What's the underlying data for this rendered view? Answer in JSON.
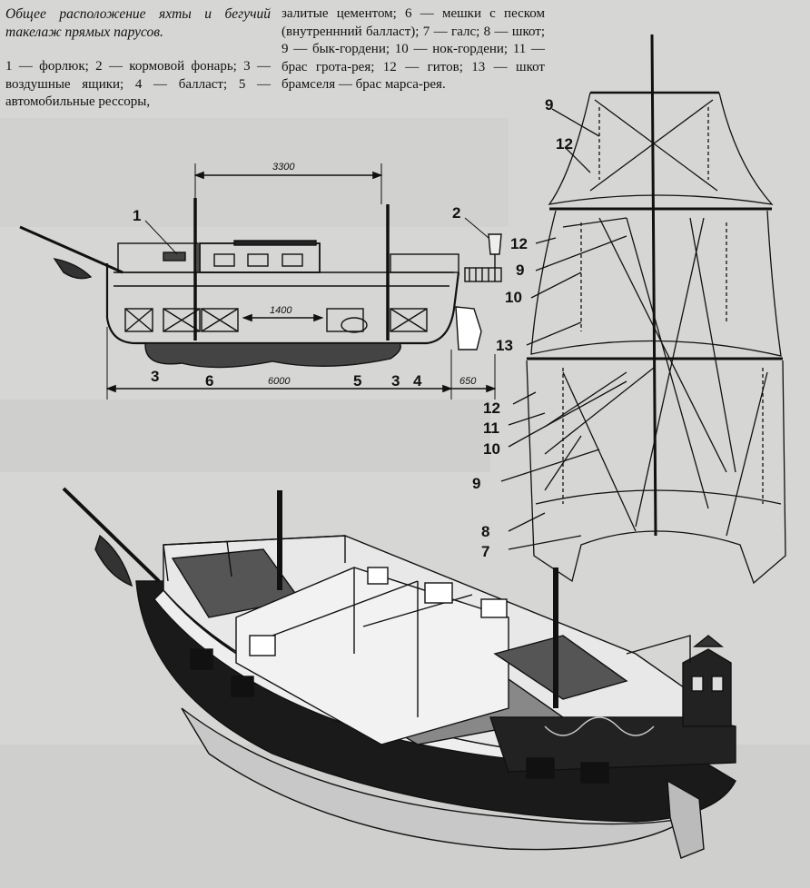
{
  "caption": {
    "title": "Общее расположение яхты и бегучий такелаж прямых парусов.",
    "legend_left": "1 — форлюк; 2 — кормовой фонарь; 3 — воздушные ящики; 4 — балласт; 5 — автомобильные рессоры,",
    "legend_right": "залитые цементом; 6 — мешки с песком (внутреннний балласт); 7 — галс; 8 — шкот; 9 — бык-гордени; 10 — нок-гордени; 11 — брас грота-рея; 12 — гитов; 13 — шкот брамселя — брас марса-рея."
  },
  "side_view": {
    "dimensions": {
      "deckhouse": "3300",
      "cabin": "1400",
      "length": "6000",
      "rudder": "650"
    },
    "labels": {
      "l1": "1",
      "l2": "2",
      "l3a": "3",
      "l6": "6",
      "l5": "5",
      "l3b": "3",
      "l4": "4"
    }
  },
  "rig_view": {
    "labels": [
      "9",
      "12",
      "12",
      "9",
      "10",
      "13",
      "12",
      "11",
      "10",
      "9",
      "8",
      "7"
    ]
  }
}
